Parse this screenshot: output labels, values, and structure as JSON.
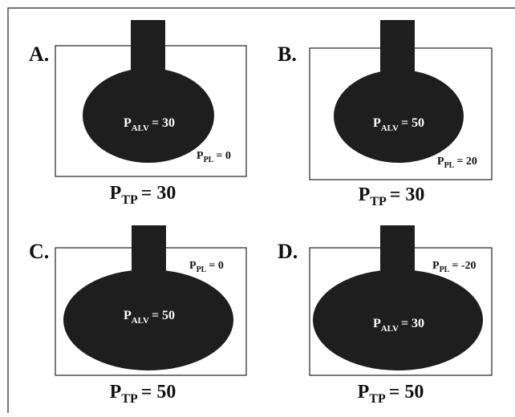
{
  "colors": {
    "lung": "#1e1e1e",
    "background": "#ffffff",
    "line": "#222222"
  },
  "panels": [
    {
      "label": "A.",
      "alveolar": {
        "symbol": "P",
        "subscript": "ALV",
        "value": "= 30"
      },
      "pleural": {
        "symbol": "P",
        "subscript": "PL",
        "value": "= 0"
      },
      "transpulmonary": {
        "symbol": "P",
        "subscript": "TP",
        "value": "= 30"
      }
    },
    {
      "label": "B.",
      "alveolar": {
        "symbol": "P",
        "subscript": "ALV",
        "value": "= 50"
      },
      "pleural": {
        "symbol": "P",
        "subscript": "PL",
        "value": "= 20"
      },
      "transpulmonary": {
        "symbol": "P",
        "subscript": "TP",
        "value": "= 30"
      }
    },
    {
      "label": "C.",
      "alveolar": {
        "symbol": "P",
        "subscript": "ALV",
        "value": "= 50"
      },
      "pleural": {
        "symbol": "P",
        "subscript": "PL",
        "value": "= 0"
      },
      "transpulmonary": {
        "symbol": "P",
        "subscript": "TP",
        "value": "= 50"
      }
    },
    {
      "label": "D.",
      "alveolar": {
        "symbol": "P",
        "subscript": "ALV",
        "value": "= 30"
      },
      "pleural": {
        "symbol": "P",
        "subscript": "PL",
        "value": "= -20"
      },
      "transpulmonary": {
        "symbol": "P",
        "subscript": "TP",
        "value": "= 50"
      }
    }
  ]
}
